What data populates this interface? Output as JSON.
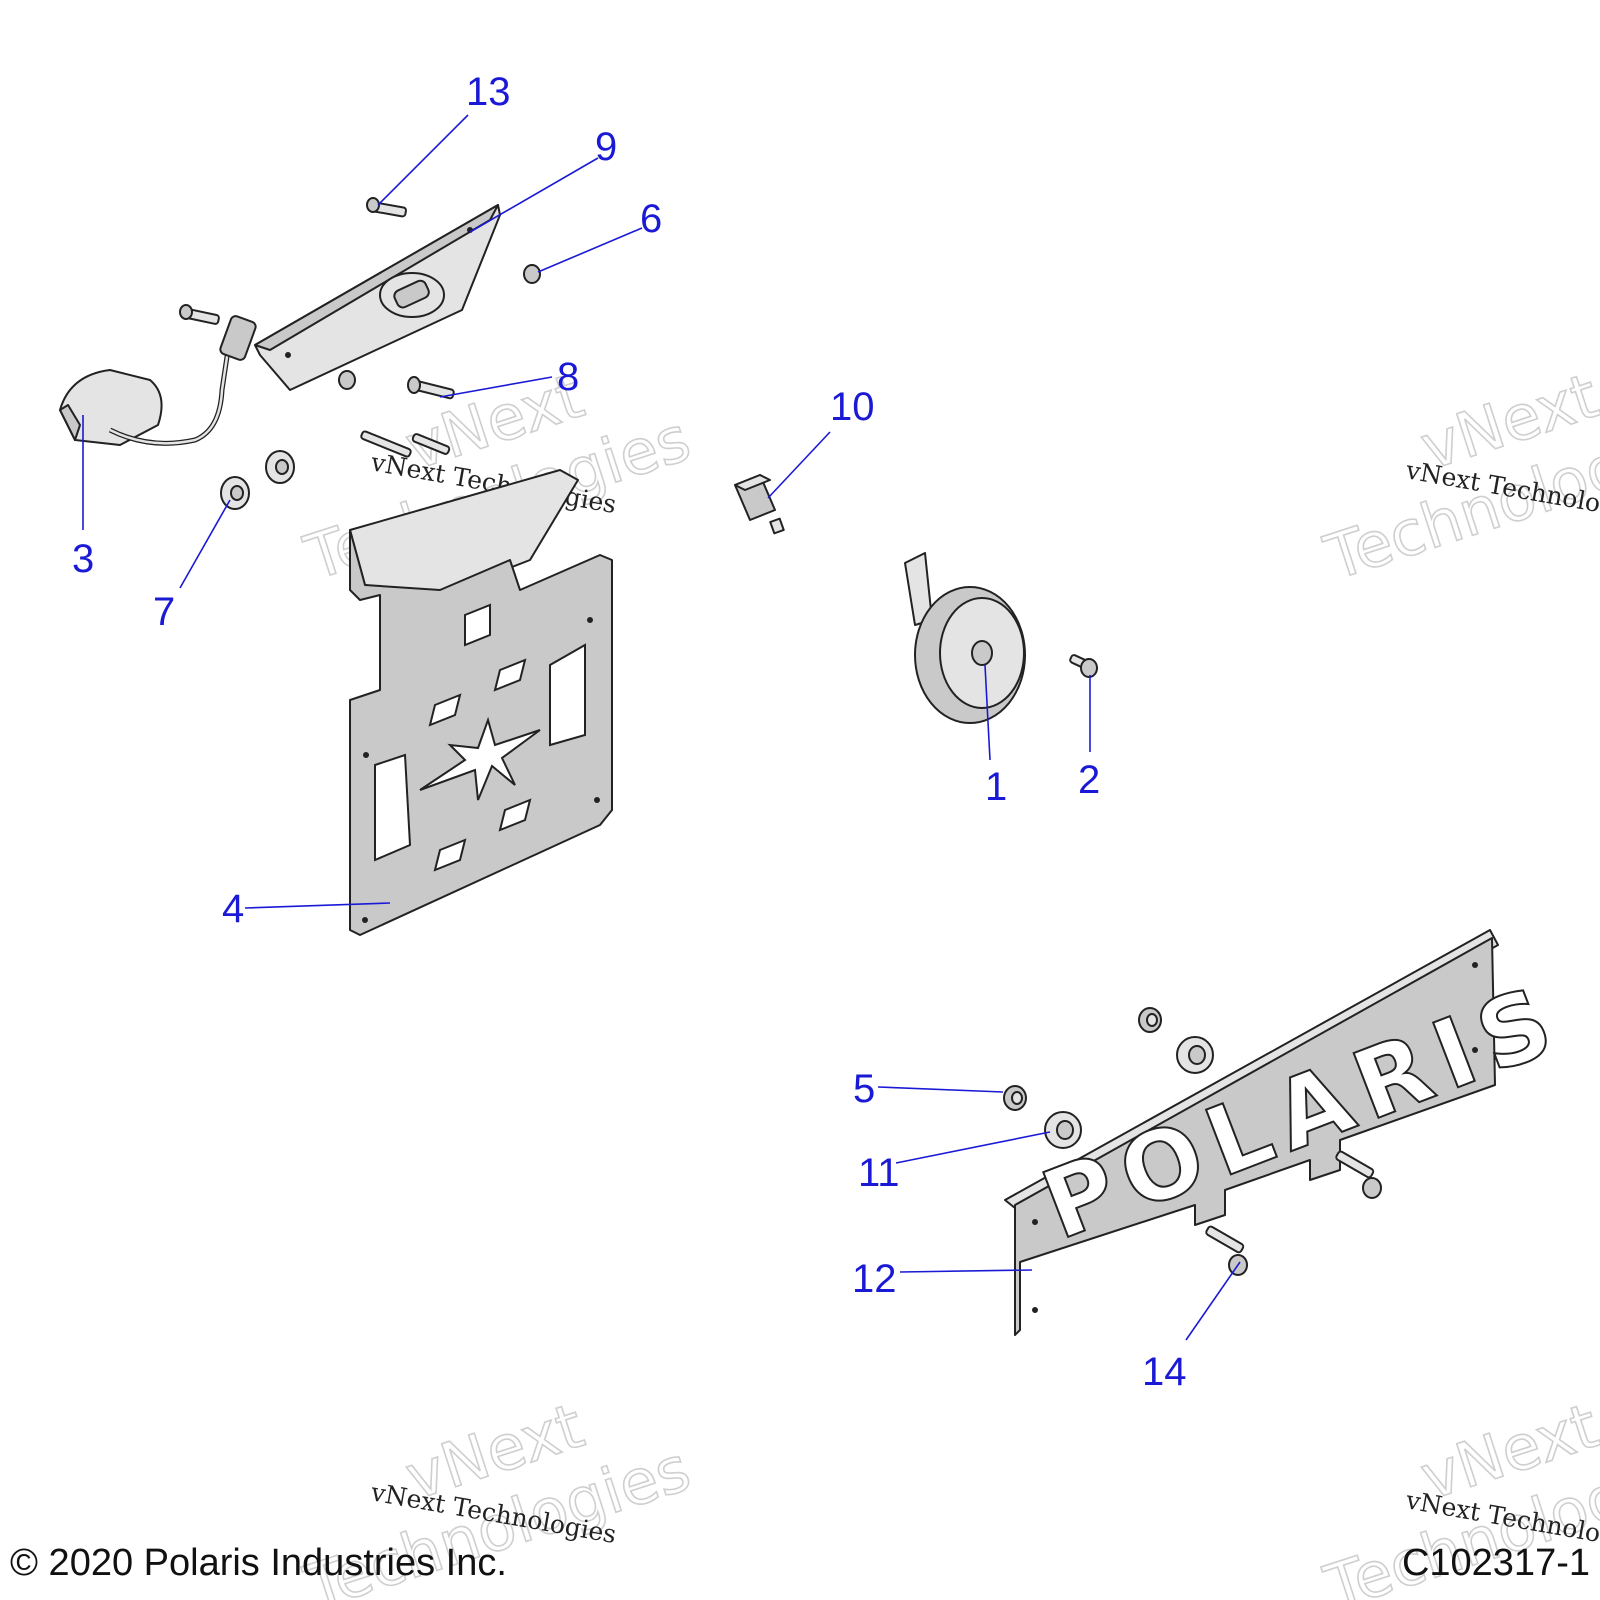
{
  "callouts": [
    "1",
    "2",
    "3",
    "4",
    "5",
    "6",
    "7",
    "8",
    "9",
    "10",
    "11",
    "12",
    "13",
    "14"
  ],
  "watermark": {
    "small": "vNext Technologies",
    "big_line1": "vNext",
    "big_line2": "Technologies"
  },
  "plate_logo_text": "POLARIS",
  "footer": {
    "copyright": "© 2020 Polaris Industries Inc.",
    "figure_id": "C102317-1"
  }
}
